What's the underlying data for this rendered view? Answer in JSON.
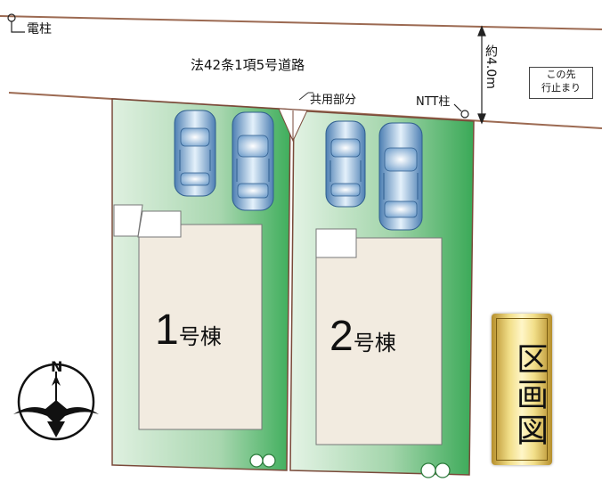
{
  "labels": {
    "utility_pole_legend": "電柱",
    "road_name": "法42条1項5号道路",
    "shared_area": "共用部分",
    "ntt_pole": "NTT柱",
    "road_width": "約4.0m",
    "dead_end_line1": "この先",
    "dead_end_line2": "行止まり",
    "building_1_number": "1",
    "building_1_suffix": "号棟",
    "building_2_number": "2",
    "building_2_suffix": "号棟",
    "diagram_title": "区画図",
    "compass_north": "N"
  },
  "colors": {
    "lot_green": "#3fae5c",
    "lot_green_light": "#dff0e0",
    "building_beige": "#f2ebe0",
    "road_line": "#9c6a52",
    "car_blue": "#6fa2d2",
    "title_gold": "#e8cf6d"
  }
}
